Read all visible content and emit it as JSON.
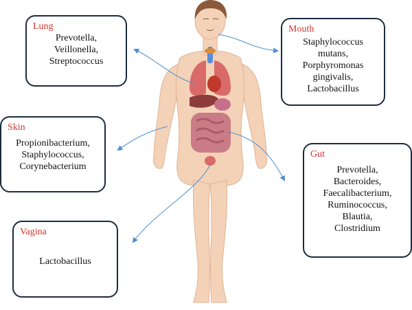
{
  "colors": {
    "title": "#d3322e",
    "border": "#1c2b3e",
    "arrow": "#4b8fd0",
    "skin": "#f4d2b8",
    "hair": "#8a5a3a"
  },
  "regions": {
    "lung": {
      "title": "Lung",
      "items": [
        "Prevotella,",
        "Veillonella,",
        "Streptococcus"
      ]
    },
    "mouth": {
      "title": "Mouth",
      "items": [
        "Staphylococcus",
        "mutans,",
        "Porphyromonas",
        "gingivalis,",
        "Lactobacillus"
      ]
    },
    "skin": {
      "title": "Skin",
      "items": [
        "Propionibacterium,",
        "Staphylococcus,",
        "Corynebacterium"
      ]
    },
    "gut": {
      "title": "Gut",
      "items": [
        "Prevotella,",
        "Bacteroides,",
        "Faecalibacterium,",
        "Ruminococcus,",
        "Blautia,",
        "Clostridium"
      ]
    },
    "vagina": {
      "title": "Vagina",
      "items": [
        "Lactobacillus"
      ]
    }
  }
}
